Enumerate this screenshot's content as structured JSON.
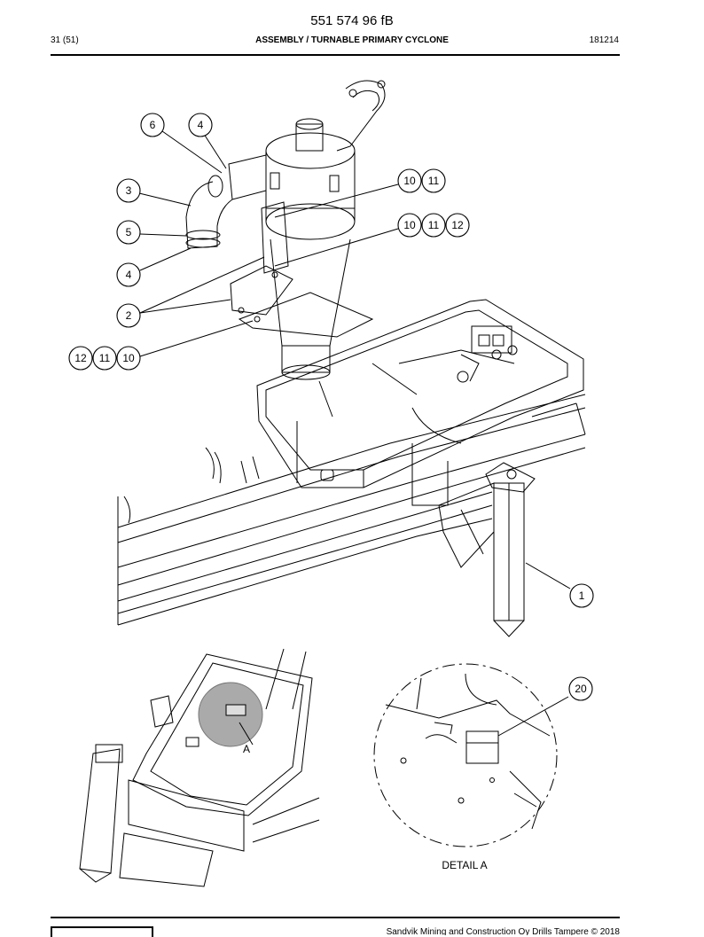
{
  "header": {
    "doc_number": "551 574 96 fB",
    "page": "31 (51)",
    "title": "ASSEMBLY / TURNABLE PRIMARY CYCLONE",
    "date_code": "181214"
  },
  "callouts": {
    "c6": "6",
    "c4a": "4",
    "c3": "3",
    "c5": "5",
    "c4b": "4",
    "c2": "2",
    "g1a": "10",
    "g1b": "11",
    "g2a": "10",
    "g2b": "11",
    "g2c": "12",
    "g3a": "12",
    "g3b": "11",
    "g3c": "10",
    "c1": "1",
    "c20": "20"
  },
  "detail": {
    "marker": "A",
    "label": "DETAIL  A"
  },
  "footer": {
    "text": "Sandvik Mining and Construction Oy Drills Tampere © 2018"
  }
}
